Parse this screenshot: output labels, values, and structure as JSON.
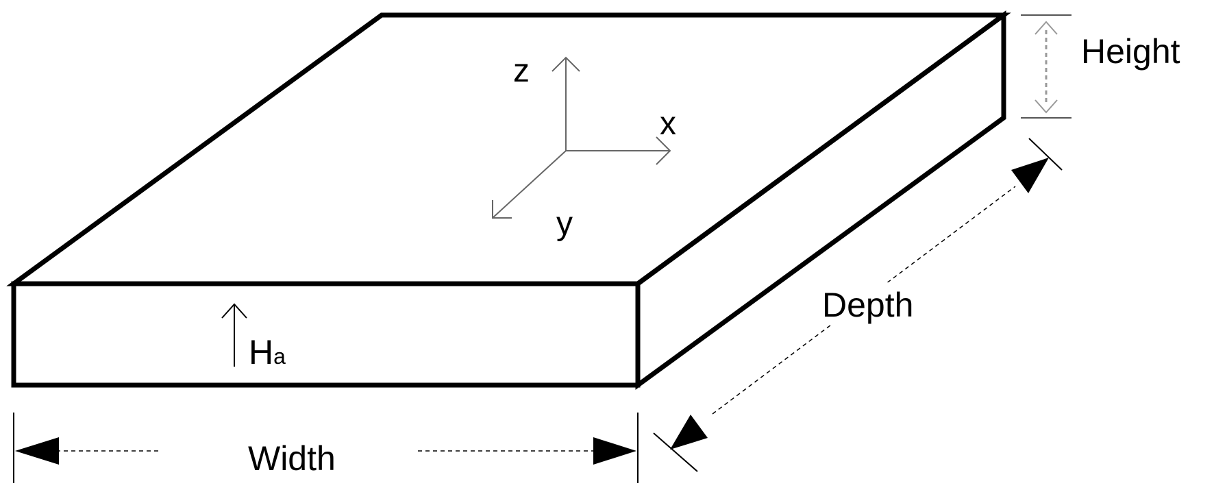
{
  "labels": {
    "height": "Height",
    "width": "Width",
    "depth": "Depth",
    "h_main": "H",
    "h_sub": "a"
  },
  "axes": {
    "x": "x",
    "y": "y",
    "z": "z"
  }
}
